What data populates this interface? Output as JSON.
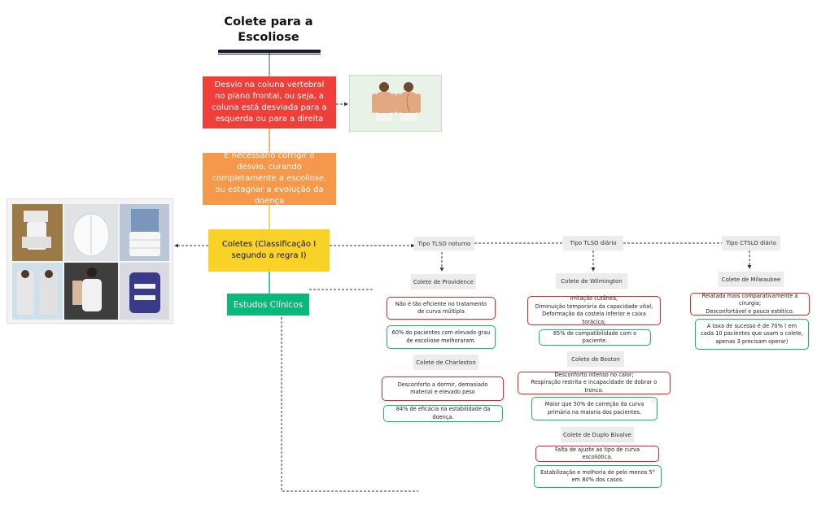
{
  "title": {
    "line1": "Colete para a",
    "line2": "Escoliose"
  },
  "main": {
    "desvio": "Desvio na coluna vertebral no plano frontal, ou seja, a coluna está desviada para a esquerda ou para a direita",
    "corrigir": "É necessário corrigir o desvio, curando completamente a escoliose, ou estagnar a evolução da doença",
    "coletes": "Coletes (Classificação I segundo a regra I)",
    "estudos": "Estudos Clínicos"
  },
  "types": {
    "tlso_noturno": {
      "label": "Tipo TLSO noturno",
      "braces": [
        {
          "name": "Colete de Providence",
          "negative": "Não é tão eficiente no tratamento de curva múltipla",
          "positive": "60% do pacientes com elevado grau de escoliose melhoraram."
        },
        {
          "name": "Colete de Charleston",
          "negative": "Desconforto a dormir, demasiado material e elevado peso",
          "positive": "84% de eficácia na estabilidade da doença."
        }
      ]
    },
    "tlso_diario": {
      "label": "Tipo TLSO diário",
      "braces": [
        {
          "name": "Colete de Wilmington",
          "negative_lines": [
            "Irritação cutânea;",
            "Diminuição temporária da capacidade vital;",
            "Deformação da costela inferior e caixa torácica;"
          ],
          "positive": "85% de compatibilidade com o paciente."
        },
        {
          "name": "Colete de Boston",
          "negative_lines": [
            "Desconforto intenso no calor;",
            "Respiração restrita e incapacidade de dobrar o tronco."
          ],
          "positive": "Maior que 50% de correção da curva primária na maioria dos pacientes."
        },
        {
          "name": "Colete de Duplo Bivalve",
          "negative": "Falta de ajuste ao tipo de curva escoliótica.",
          "positive": "Estabilização e melhoria de pelo menos 5° em 80% dos casos."
        }
      ]
    },
    "ctslo_diario": {
      "label": "Tipo CTSLO diário",
      "braces": [
        {
          "name": "Colete de Milwaukee",
          "negative_lines": [
            "Relatada mais comparativamente à cirurgia;",
            "Desconfortável e pouco estético."
          ],
          "positive": "A taxa de sucesso é de 70% ( em cada 10 pacientes que usam o colete, apenas 3 precisam operar)"
        }
      ]
    }
  },
  "colors": {
    "red": "#ef3f38",
    "orange": "#f6984a",
    "yellow": "#f8d227",
    "green": "#0ab87a",
    "node_red_border": "#d92b2b",
    "node_green_border": "#1fb36a"
  },
  "icons": [
    "scoliosis-back-photo",
    "brace-photo-collage"
  ]
}
